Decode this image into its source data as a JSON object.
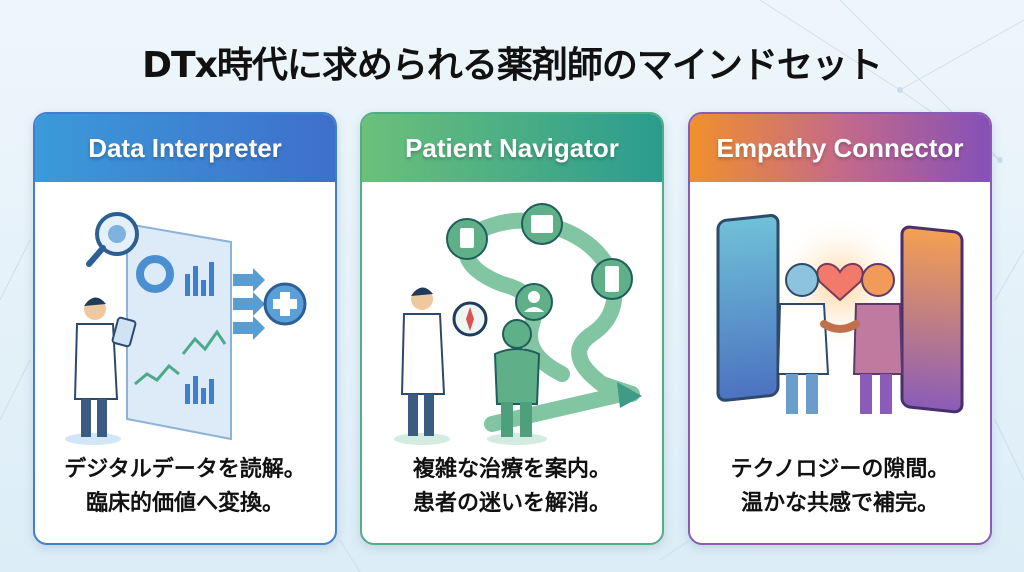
{
  "title": "DTx時代に求められる薬剤師のマインドセット",
  "cards": [
    {
      "heading": "Data Interpreter",
      "accent": "#3f7fd0",
      "illustration": "pharmacist-analyzing-data-dashboard",
      "caption_line1": "デジタルデータを読解。",
      "caption_line2": "臨床的価値へ変換。"
    },
    {
      "heading": "Patient Navigator",
      "accent": "#4eae85",
      "illustration": "pharmacist-guiding-patient-path",
      "caption_line1": "複雑な治療を案内。",
      "caption_line2": "患者の迷いを解消。"
    },
    {
      "heading": "Empathy Connector",
      "accent": "#8a5cb8",
      "illustration": "handshake-between-phones",
      "caption_line1": "テクノロジーの隙間。",
      "caption_line2": "温かな共感で補完。"
    }
  ]
}
